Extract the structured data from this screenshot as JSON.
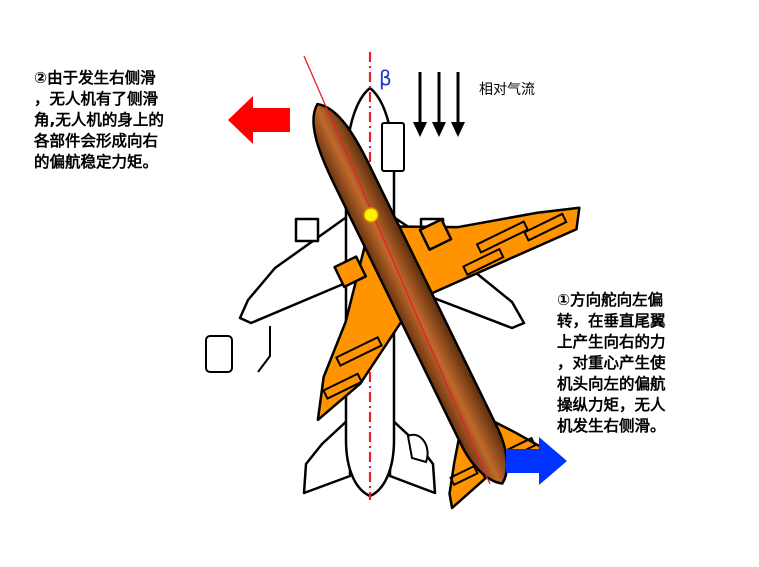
{
  "annotations": {
    "sideslip_note": "②由于发生右侧滑\n，无人机有了侧滑\n角,无人机的身上的\n各部件会形成向右\n的偏航稳定力矩。",
    "rudder_note": "①方向舵向左偏\n转，在垂直尾翼\n上产生向右的力\n，对重心产生使\n机头向左的偏航\n操纵力矩，无人\n机发生右侧滑。",
    "beta_symbol": "β",
    "airflow_label": "相对气流"
  },
  "colors": {
    "fuselage": "#a0521f",
    "wing": "#ff9400",
    "outline": "#000000",
    "reference_line": "#e8202a",
    "cg_marker": "#fff200",
    "left_arrow": "#ff0000",
    "right_arrow": "#0033ff"
  }
}
